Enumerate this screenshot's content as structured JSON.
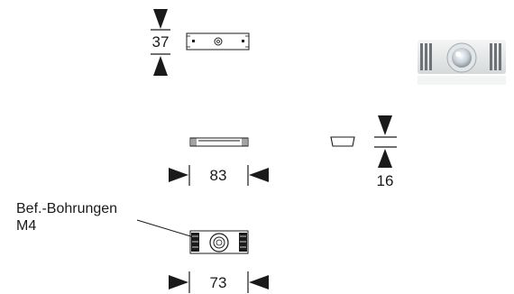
{
  "dimensions": {
    "height_top": "37",
    "width_side": "83",
    "height_end": "16",
    "width_bottom": "73"
  },
  "annotation": {
    "line1": "Bef.-Bohrungen",
    "line2": "M4"
  },
  "colors": {
    "ink": "#1a1a1a",
    "product_body": "#e8eaea",
    "product_fins": "#707478"
  }
}
